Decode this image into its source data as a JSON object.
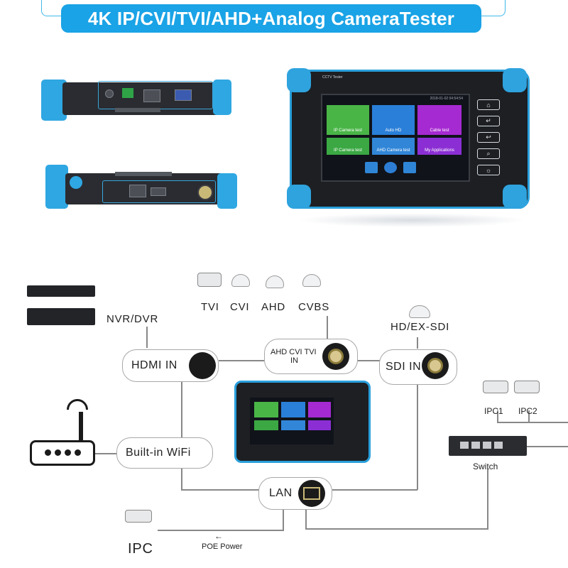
{
  "banner": {
    "title": "4K IP/CVI/TVI/AHD+Analog CameraTester"
  },
  "tester": {
    "brand": "CCTV Tester",
    "status_time": "2018-01-02 04:54:54",
    "apps": [
      {
        "label": "IP Camera test",
        "color": "#49b547"
      },
      {
        "label": "Auto HD",
        "color": "#2a7fd8"
      },
      {
        "label": "Cable test",
        "color": "#a62ad1"
      },
      {
        "label": "IP Camera test",
        "color": "#3ba843"
      },
      {
        "label": "AHD Camera test",
        "color": "#3186d8"
      },
      {
        "label": "My Applications",
        "color": "#8b2fd4"
      }
    ],
    "side_buttons": [
      "home-icon",
      "enter-icon",
      "back-icon",
      "search-icon",
      "brightness-icon"
    ]
  },
  "diagram": {
    "camera_types": [
      "TVI",
      "CVI",
      "AHD",
      "CVBS"
    ],
    "nvr_dvr": "NVR/DVR",
    "hdmi_in": "HDMI IN",
    "analog_in_line1": "AHD CVI TVI",
    "analog_in_line2": "IN",
    "sdi_camera": "HD/EX-SDI",
    "sdi_in": "SDI IN",
    "wifi": "Built-in WiFi",
    "lan": "LAN",
    "ipc": "IPC",
    "poe_power": "POE Power",
    "switch": "Switch",
    "ipc1": "IPC1",
    "ipc2": "IPC2"
  }
}
